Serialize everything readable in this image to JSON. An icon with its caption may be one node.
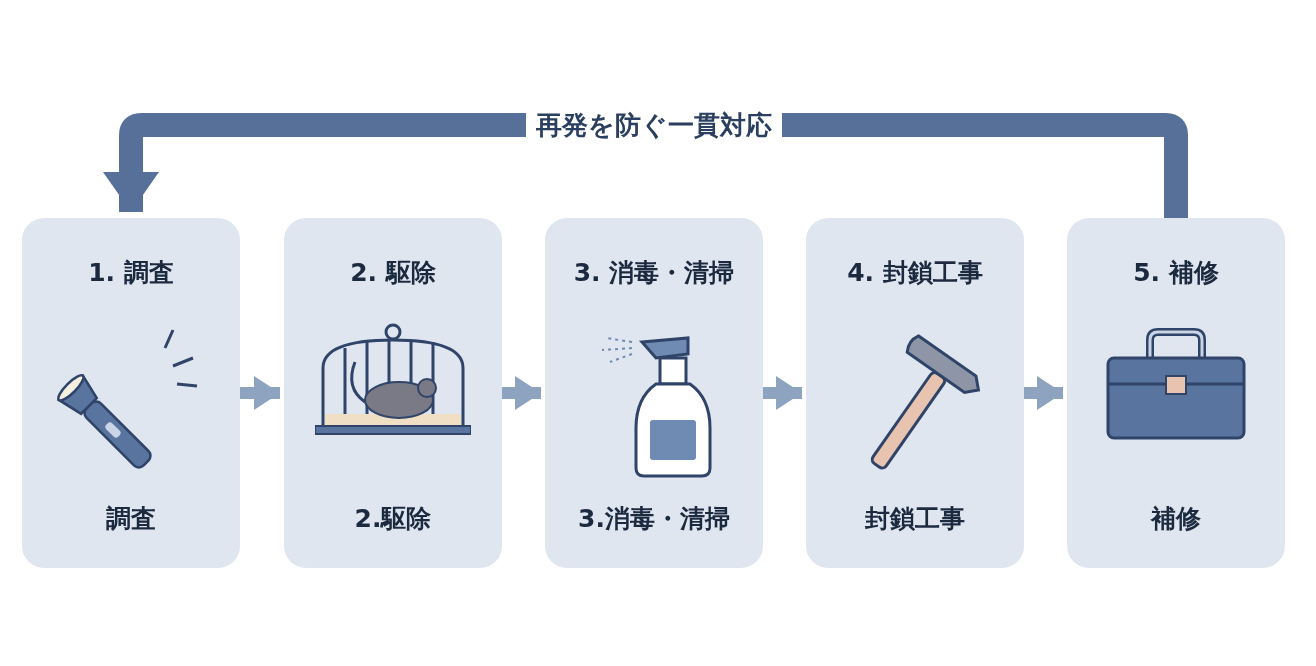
{
  "diagram": {
    "nodes": [
      {
        "text": [
          "1. 調査",
          "調査"
        ]
      },
      {
        "text": [
          "2. 駆除",
          "2.駆除"
        ]
      },
      {
        "text": [
          "3. 消毒・清掃",
          "3.消毒・清掃"
        ]
      },
      {
        "text": [
          "4. 封鎖工事",
          "封鎖工事"
        ]
      },
      {
        "text": [
          "5. 補修",
          "補修"
        ]
      }
    ],
    "edges": [
      {
        "from": 0,
        "to": 1,
        "arrow": "to"
      },
      {
        "from": 1,
        "to": 2,
        "arrow": "to"
      },
      {
        "from": 2,
        "to": 3,
        "arrow": "to"
      },
      {
        "from": 3,
        "to": 4,
        "arrow": "to"
      },
      {
        "from": 4,
        "to": 0,
        "arrow": "to",
        "label": "再発を防ぐ一貫対応",
        "style": "thick",
        "color": "#56709a"
      }
    ]
  }
}
